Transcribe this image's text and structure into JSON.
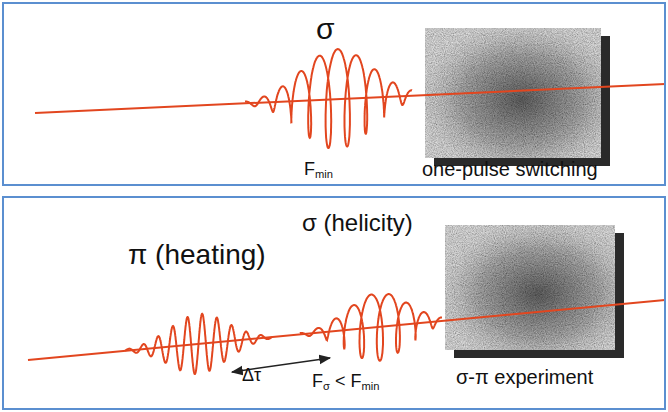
{
  "diagram": {
    "nodes": [
      {
        "text": [
          "σ",
          "Fmin",
          "one-pulse switching"
        ]
      },
      {
        "text": [
          "π (heating)",
          "σ (helicity)",
          "Δτ",
          "Fσ < Fmin",
          "σ-π experiment"
        ]
      }
    ]
  }
}
